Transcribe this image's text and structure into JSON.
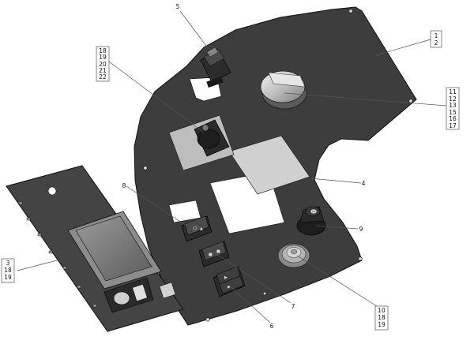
{
  "callouts": {
    "c1": [
      "1",
      "2"
    ],
    "c2": [
      "5"
    ],
    "c3": [
      "18",
      "19",
      "20",
      "21",
      "22"
    ],
    "c4": [
      "11",
      "12",
      "13",
      "15",
      "16",
      "17"
    ],
    "c5": [
      "4"
    ],
    "c6": [
      "8"
    ],
    "c7": [
      "9"
    ],
    "c8": [
      "3",
      "18",
      "19"
    ],
    "c9": [
      "7"
    ],
    "c10": [
      "10",
      "18",
      "19"
    ],
    "c11": [
      "6"
    ]
  }
}
